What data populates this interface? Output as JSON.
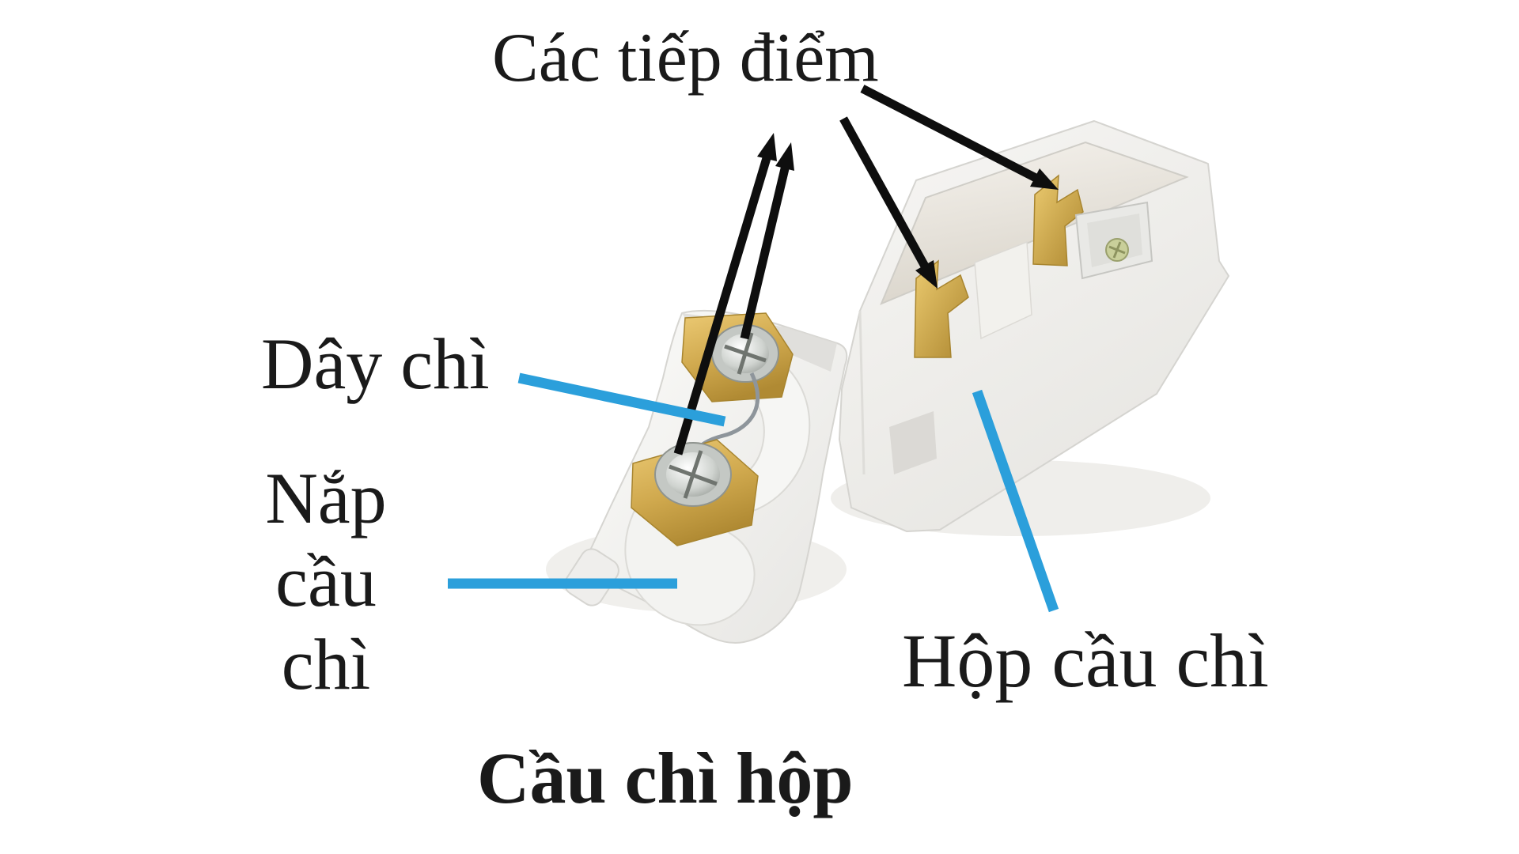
{
  "diagram": {
    "caption": "Cầu chì hộp",
    "labels": {
      "contacts": "Các tiếp điểm",
      "fuse_wire": "Dây chì",
      "fuse_cap": [
        "Nắp",
        "cầu",
        "chì"
      ],
      "fuse_box": "Hộp cầu chì"
    }
  },
  "colors": {
    "pointer-blue": "#2B9FDB",
    "arrow-black": "#0E0E0E",
    "text-black": "#1A1A1A",
    "brass": "#CDA84F",
    "plastic-white": "#F2F1EF"
  }
}
